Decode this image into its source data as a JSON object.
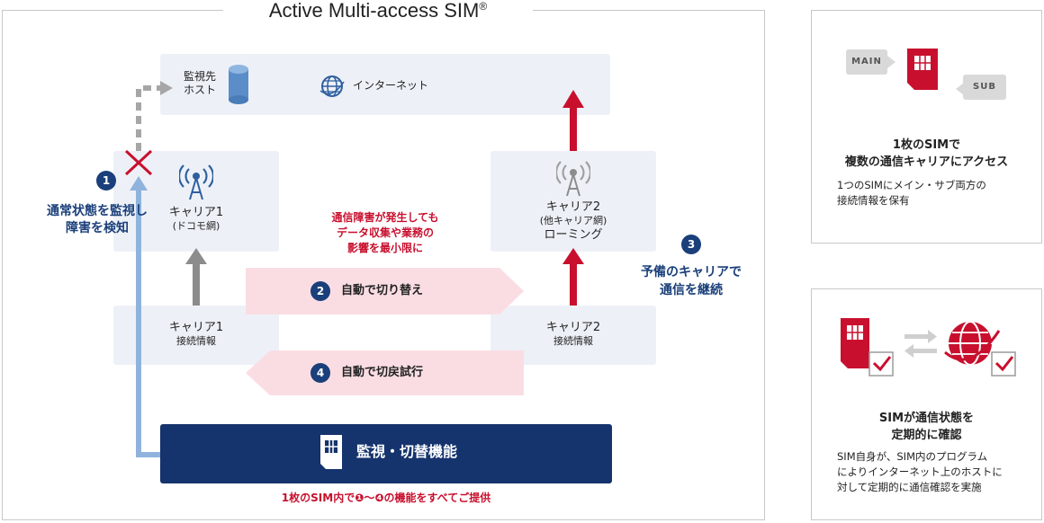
{
  "title": "Active Multi-access SIM",
  "title_mark": "®",
  "internet_box": {
    "monitor_host": [
      "監視先",
      "ホスト"
    ],
    "internet_label": "インターネット"
  },
  "carrier1": {
    "title": "キャリア1",
    "sub": "(ドコモ網)",
    "conn": [
      "キャリア1",
      "接続情報"
    ]
  },
  "carrier2": {
    "title": "キャリア2",
    "sub": "(他キャリア網)",
    "roaming": "ローミング",
    "conn": [
      "キャリア2",
      "接続情報"
    ]
  },
  "step1": {
    "num": "1",
    "text": [
      "通常状態を監視し",
      "障害を検知"
    ]
  },
  "step2": {
    "num": "2",
    "label": "自動で切り替え"
  },
  "step3": {
    "num": "3",
    "text": [
      "予備のキャリアで",
      "通信を継続"
    ]
  },
  "step4": {
    "num": "4",
    "label": "自動で切戻試行"
  },
  "center_note": [
    "通信障害が発生しても",
    "データ収集や業務の",
    "影響を最小限に"
  ],
  "bottom_bar": {
    "label": "監視・切替機能"
  },
  "bottom_note": "1枚のSIM内で❶〜❹の機能をすべてご提供",
  "panel1": {
    "tag_main": "MAIN",
    "tag_sub": "SUB",
    "title": [
      "1枚のSIMで",
      "複数の通信キャリアにアクセス"
    ],
    "text": [
      "1つのSIMにメイン・サブ両方の",
      "接続情報を保有"
    ]
  },
  "panel2": {
    "title": [
      "SIMが通信状態を",
      "定期的に確認"
    ],
    "text": [
      "SIM自身が、SIM内のプログラム",
      "によりインターネット上のホストに",
      "対して定期的に通信確認を実施"
    ]
  },
  "colors": {
    "navy": "#15336d",
    "red": "#c8102e",
    "lightblue": "#edf1f7",
    "pink": "#fadde3",
    "gray": "#8c8c8c"
  }
}
